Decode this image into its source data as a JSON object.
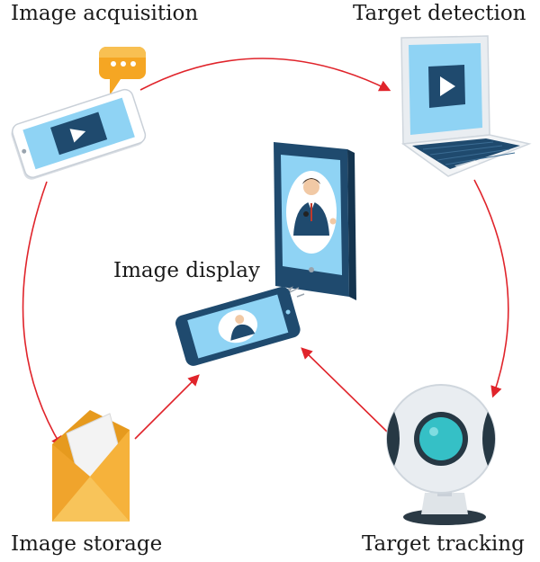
{
  "nodes": {
    "acquisition": {
      "label": "Image acquisition"
    },
    "detection": {
      "label": "Target detection"
    },
    "display": {
      "label": "Image display"
    },
    "storage": {
      "label": "Image storage"
    },
    "tracking": {
      "label": "Target tracking"
    }
  },
  "edges": [
    {
      "from": "acquisition",
      "to": "detection"
    },
    {
      "from": "detection",
      "to": "tracking"
    },
    {
      "from": "tracking",
      "to": "display"
    },
    {
      "from": "acquisition",
      "to": "storage"
    },
    {
      "from": "storage",
      "to": "display"
    }
  ],
  "colors": {
    "arrow": "#e0242b",
    "screen_light": "#8fd3f4",
    "device_dark": "#1f4a6e",
    "envelope": "#f6b23b",
    "bubble": "#f5a623",
    "camera_lens": "#35c0c6"
  },
  "icons": {
    "acquisition": "smartphone-with-chat-bubble-icon",
    "detection": "laptop-icon",
    "display": "tablet-and-phone-icon",
    "storage": "envelope-icon",
    "tracking": "webcam-icon"
  }
}
